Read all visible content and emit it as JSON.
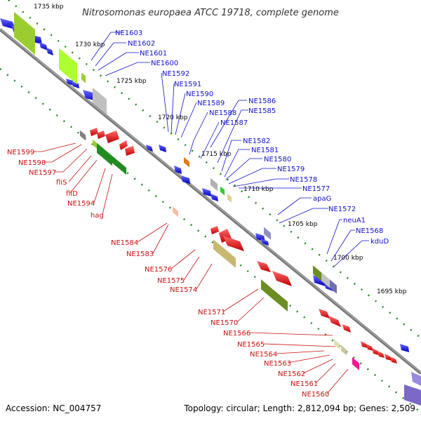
{
  "title": "Nitrosomonas europaea ATCC 19718, complete genome",
  "accession": "Accession: NC_004757",
  "topology": "Topology: circular; Length: 2,812,094 bp; Genes: 2,509",
  "kbp_labels": [
    "1735 kbp",
    "1730 kbp",
    "1725 kbp",
    "1720 kbp",
    "1715 kbp",
    "1710 kbp",
    "1705 kbp",
    "1700 kbp",
    "1695 kbp"
  ],
  "blue_labels": [
    "NE1603",
    "NE1602",
    "NE1601",
    "NE1600",
    "NE1592",
    "NE1591",
    "NE1590",
    "NE1589",
    "NE1588",
    "NE1587",
    "NE1586",
    "NE1585",
    "NE1582",
    "NE1581",
    "NE1580",
    "NE1579",
    "NE1578",
    "NE1577",
    "apaG",
    "NE1572",
    "neuA1",
    "NE1568",
    "kduD"
  ],
  "red_labels": [
    "NE1599",
    "NE1598",
    "NE1597",
    "fliS",
    "fliD",
    "NE1594",
    "hag",
    "NE1584",
    "NE1583",
    "NE1576",
    "NE1575",
    "NE1574",
    "NE1571",
    "NE1570",
    "NE1566",
    "NE1565",
    "NE1564",
    "NE1563",
    "NE1562",
    "NE1561",
    "NE1560"
  ],
  "colors": {
    "forward": "#0000ee",
    "reverse": "#ee0000",
    "backbone": "#888888",
    "tick": "#228b22",
    "label_blue": "#1010c8",
    "label_red": "#c81010"
  }
}
